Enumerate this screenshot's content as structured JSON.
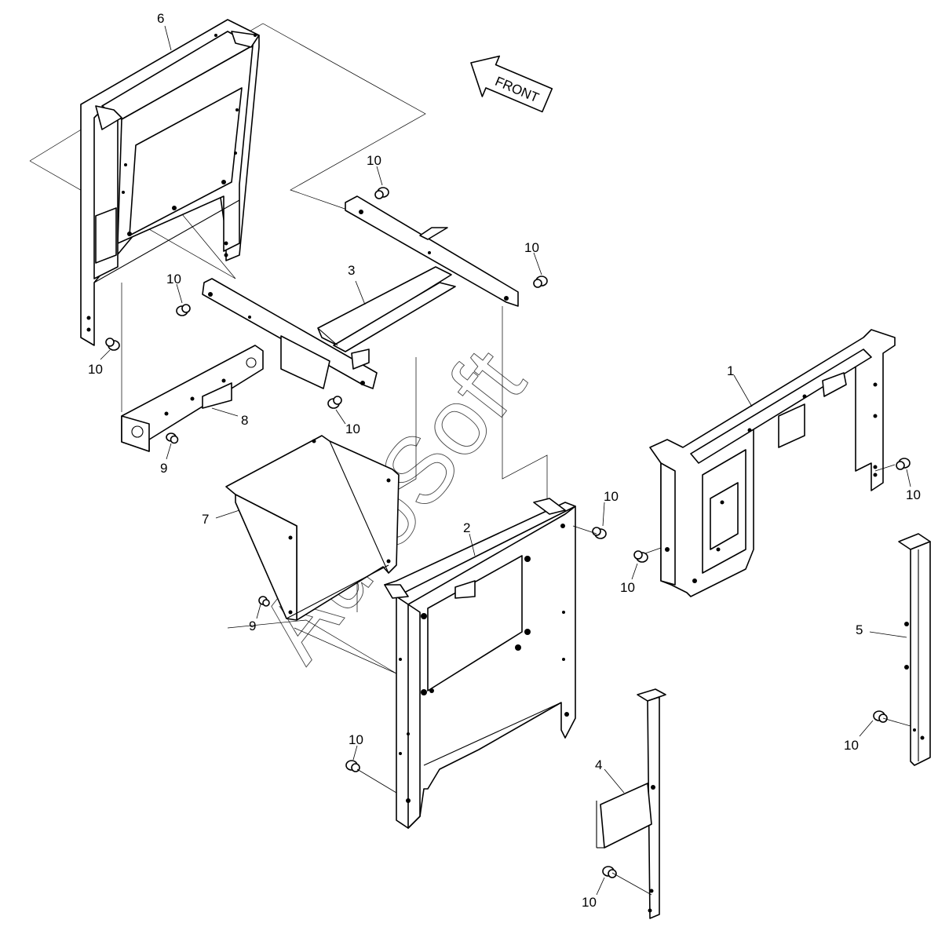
{
  "front_arrow": {
    "label": "FRONT"
  },
  "watermark": {
    "text": "AutoSoft"
  },
  "callouts": [
    {
      "id": "c1",
      "text": "1"
    },
    {
      "id": "c2",
      "text": "2"
    },
    {
      "id": "c3",
      "text": "3"
    },
    {
      "id": "c4",
      "text": "4"
    },
    {
      "id": "c5",
      "text": "5"
    },
    {
      "id": "c6",
      "text": "6"
    },
    {
      "id": "c7",
      "text": "7"
    },
    {
      "id": "c8",
      "text": "8"
    },
    {
      "id": "c9a",
      "text": "9"
    },
    {
      "id": "c9b",
      "text": "9"
    },
    {
      "id": "c10a",
      "text": "10"
    },
    {
      "id": "c10b",
      "text": "10"
    },
    {
      "id": "c10c",
      "text": "10"
    },
    {
      "id": "c10d",
      "text": "10"
    },
    {
      "id": "c10e",
      "text": "10"
    },
    {
      "id": "c10f",
      "text": "10"
    },
    {
      "id": "c10g",
      "text": "10"
    },
    {
      "id": "c10h",
      "text": "10"
    },
    {
      "id": "c10i",
      "text": "10"
    },
    {
      "id": "c10j",
      "text": "10"
    },
    {
      "id": "c10k",
      "text": "10"
    }
  ]
}
